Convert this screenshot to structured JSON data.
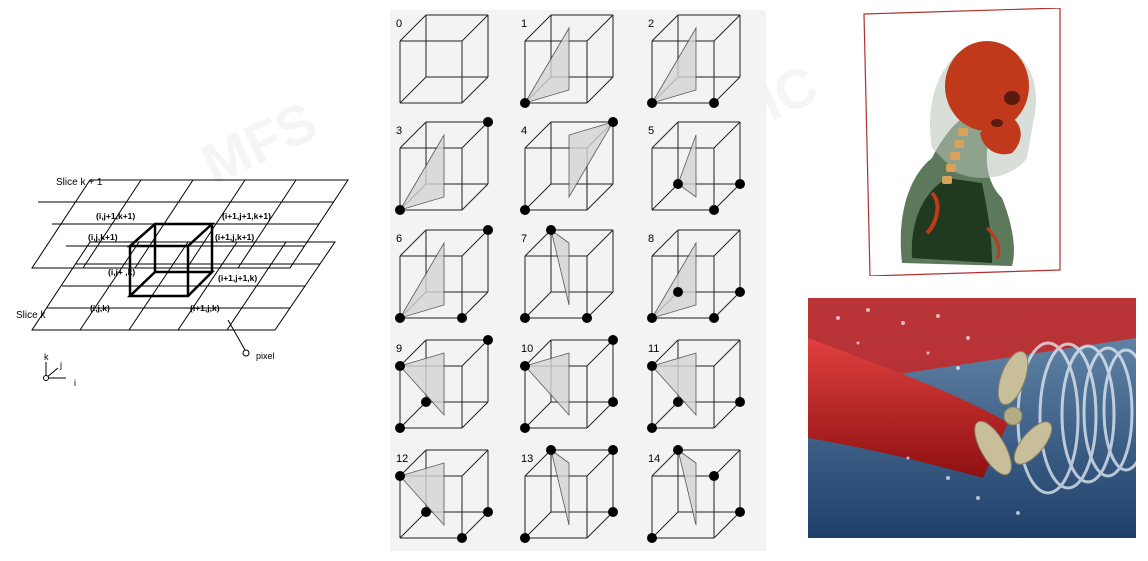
{
  "grid_diagram": {
    "slice_top_label": "Slice k + 1",
    "slice_bottom_label": "Slice k",
    "pixel_label": "pixel",
    "vertex_labels": [
      "(i,j+1,k+1)",
      "(i+1,j+1,k+1)",
      "(i,j,k+1)",
      "(i+1,j,k+1)",
      "(i,j+ ,k)",
      "(i+1,j+1,k)",
      "(i,j,k)",
      "(i+1,j,k)"
    ],
    "axis_labels": {
      "k": "k",
      "j": "j",
      "i": "i"
    }
  },
  "marching_cubes": {
    "case_numbers": [
      "0",
      "1",
      "2",
      "3",
      "4",
      "5",
      "6",
      "7",
      "8",
      "9",
      "10",
      "11",
      "12",
      "13",
      "14"
    ]
  },
  "images": {
    "skull": "skull-volume-render",
    "propeller": "propeller-flow-simulation"
  }
}
